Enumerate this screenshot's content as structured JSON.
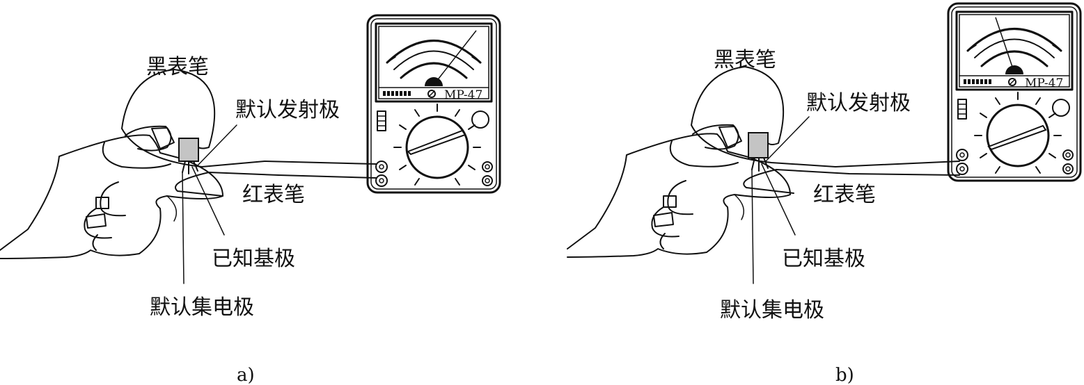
{
  "panels": [
    {
      "caption": "a)",
      "labels": {
        "black_probe": "黑表笔",
        "default_emitter": "默认发射极",
        "red_probe": "红表笔",
        "known_base": "已知基极",
        "default_collector": "默认集电极"
      },
      "meter": {
        "model": "MP-47"
      }
    },
    {
      "caption": "b)",
      "labels": {
        "black_probe": "黑表笔",
        "default_emitter": "默认发射极",
        "red_probe": "红表笔",
        "known_base": "已知基极",
        "default_collector": "默认集电极"
      },
      "meter": {
        "model": "MP-47"
      }
    }
  ]
}
